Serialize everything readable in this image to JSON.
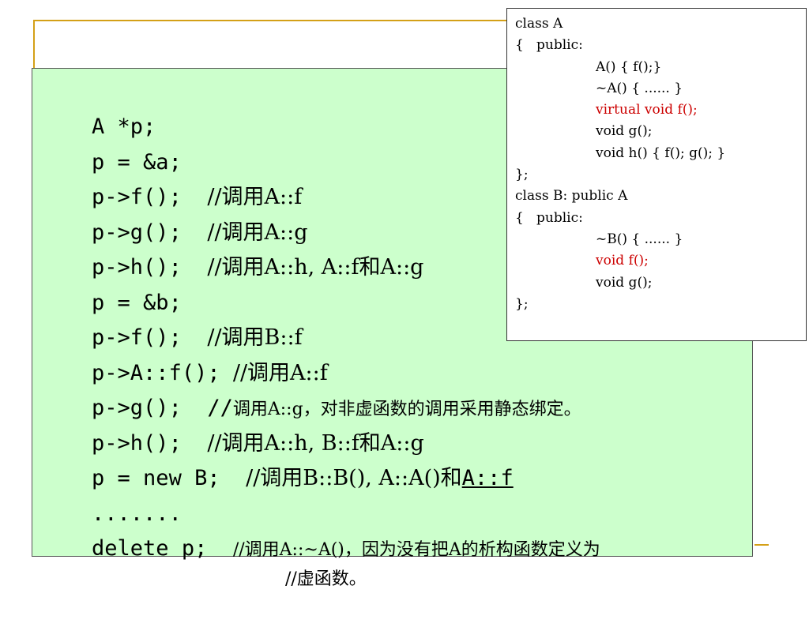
{
  "main_code": {
    "lines": [
      {
        "code": "A *p;",
        "comment": ""
      },
      {
        "code": "p = &a;",
        "comment": ""
      },
      {
        "code": "p->f();  ",
        "comment": "//调用A::f"
      },
      {
        "code": "p->g();  ",
        "comment": "//调用A::g"
      },
      {
        "code": "p->h();  ",
        "comment": "//调用A::h, A::f和A::g"
      },
      {
        "code": "p = &b;",
        "comment": ""
      },
      {
        "code": "p->f();  ",
        "comment": "//调用B::f"
      },
      {
        "code": "p->A::f(); ",
        "comment": "//调用A::f"
      },
      {
        "code": "p->g();  ",
        "comment_prefix": "//",
        "comment": "调用A::g，对非虚函数的调用采用静态绑定。"
      },
      {
        "code": "p->h();  ",
        "comment": "//调用A::h, B::f和A::g"
      },
      {
        "code": "p = new B;  ",
        "comment": "//调用B::B(), A::A()和",
        "underlined": "A::f"
      },
      {
        "code": ".......",
        "comment": ""
      },
      {
        "code": "delete p;  ",
        "comment": "//调用A::~A()，因为没有把A的析构函数定义为"
      },
      {
        "code": "",
        "comment": "//虚函数。"
      }
    ]
  },
  "reference_code": {
    "lines": [
      {
        "text": "class A",
        "indent": 0,
        "highlight": false
      },
      {
        "text": "{   public:",
        "indent": 0,
        "highlight": false
      },
      {
        "text": "A() { f();}",
        "indent": 1,
        "highlight": false
      },
      {
        "text": "~A() { ...... }",
        "indent": 1,
        "highlight": false
      },
      {
        "text": "virtual void f();",
        "indent": 1,
        "highlight": true
      },
      {
        "text": "void g();",
        "indent": 1,
        "highlight": false
      },
      {
        "text": "void h() { f(); g(); }",
        "indent": 1,
        "highlight": false
      },
      {
        "text": "};",
        "indent": 0,
        "highlight": false
      },
      {
        "text": "class B: public A",
        "indent": 0,
        "highlight": false
      },
      {
        "text": "{   public:",
        "indent": 0,
        "highlight": false
      },
      {
        "text": "~B() { ...... }",
        "indent": 1,
        "highlight": false
      },
      {
        "text": "void f();",
        "indent": 1,
        "highlight": true
      },
      {
        "text": "void g();",
        "indent": 1,
        "highlight": false
      },
      {
        "text": "};",
        "indent": 0,
        "highlight": false
      }
    ]
  },
  "colors": {
    "code_background": "#ccffcc",
    "highlight": "#cc0000",
    "frame_accent": "#d4a017"
  }
}
